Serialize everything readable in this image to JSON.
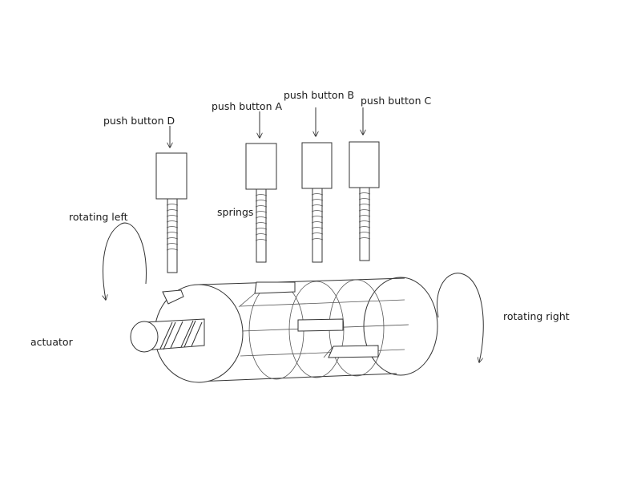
{
  "labels": {
    "push_button_d": "push button D",
    "push_button_a": "push button A",
    "push_button_b": "push button B",
    "push_button_c": "push button C",
    "springs": "springs",
    "rotating_left": "rotating left",
    "rotating_right": "rotating right",
    "actuator": "actuator"
  },
  "colors": {
    "stroke": "#333333",
    "background": "#ffffff"
  }
}
